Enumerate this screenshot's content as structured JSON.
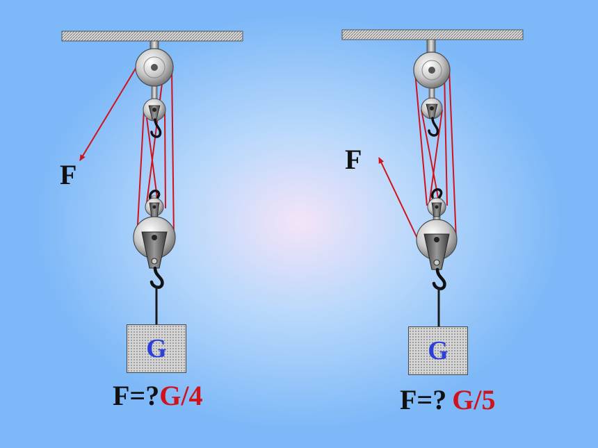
{
  "left_system": {
    "force_label": "F",
    "weight_label": "G",
    "formula_question": "F=?",
    "formula_answer": "G/4"
  },
  "right_system": {
    "force_label": "F",
    "weight_label": "G",
    "formula_question": "F=?",
    "formula_answer": "G/5"
  },
  "colors": {
    "rope": "#d0121b",
    "weight_text": "#2c3fd8",
    "answer_text": "#d0121b",
    "background_edge": "#7db8f8",
    "background_center": "#f4e4f8"
  }
}
